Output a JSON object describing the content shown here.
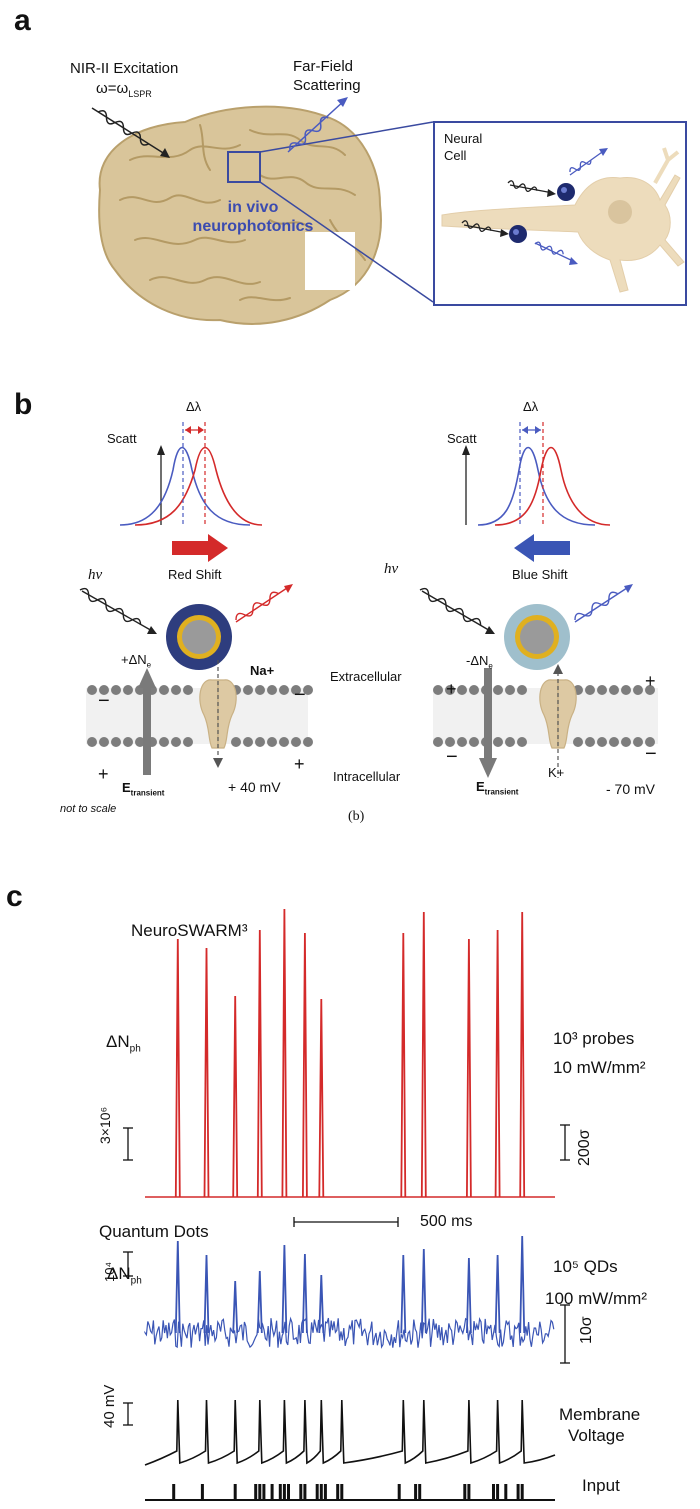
{
  "panels": {
    "a": "a",
    "b": "b",
    "c": "c"
  },
  "panel_a": {
    "excitation_title": "NIR-II Excitation",
    "excitation_eq_base": "ω=ω",
    "excitation_eq_sub": "LSPR",
    "scatter_line1": "Far-Field",
    "scatter_line2": "Scattering",
    "brain_label_line1": "in vivo",
    "brain_label_line2": "neurophotonics",
    "cell_line1": "Neural",
    "cell_line2": "Cell"
  },
  "panel_b": {
    "left": {
      "delta_lambda": "Δλ",
      "scatt": "Scatt",
      "shift_label": "Red Shift",
      "hv": "hν",
      "delta_ne": "+ΔN",
      "ne_sub": "e",
      "ion": "Na+",
      "field_base": "E",
      "field_sub": "transient",
      "voltage": "+ 40 mV",
      "scale_note": "not to scale",
      "sign_top_left": "−",
      "sign_top_right": "−",
      "sign_bottom_left": "+",
      "sign_bottom_right": "+"
    },
    "right": {
      "delta_lambda": "Δλ",
      "scatt": "Scatt",
      "shift_label": "Blue Shift",
      "hv": "hν",
      "delta_ne": "-ΔN",
      "ne_sub": "e",
      "ion": "K+",
      "field_base": "E",
      "field_sub": "transient",
      "voltage": "- 70 mV",
      "sign_top_left": "+",
      "sign_top_right": "+",
      "sign_bottom_left": "−",
      "sign_bottom_right": "−"
    },
    "extracellular": "Extracellular",
    "intracellular": "Intracellular",
    "caption": "(b)"
  },
  "panel_c": {
    "neuroswarm_title": "NeuroSWARM³",
    "neuroswarm_ylabel": "ΔN",
    "ylabel_sub": "ph",
    "neuroswarm_scalebar": "3×10⁶",
    "neuroswarm_probes": "10³ probes",
    "neuroswarm_power": "10 mW/mm²",
    "neuroswarm_sigma": "200σ",
    "time_scalebar": "500 ms",
    "qd_title": "Quantum Dots",
    "qd_ylabel": "ΔN",
    "qd_scalebar": "10⁴",
    "qd_count": "10⁵ QDs",
    "qd_power": "100 mW/mm²",
    "qd_sigma": "10σ",
    "voltage_scalebar": "40 mV",
    "membrane_line1": "Membrane",
    "membrane_line2": "Voltage",
    "input_label": "Input"
  },
  "colors": {
    "red_trace": "#d42a2a",
    "blue_trace": "#3a55b5",
    "inset_border": "#3a4aa0",
    "brain": "#d9c59a",
    "cell": "#eddcbc",
    "gold": "#e0b020"
  },
  "chart_data": {
    "type": "line",
    "spike_times": [
      8,
      15,
      22,
      28,
      34,
      39,
      43,
      48,
      63,
      68,
      79,
      86,
      92
    ],
    "neuroswarm_spike_heights": [
      0.86,
      0.83,
      0.67,
      0.89,
      0.96,
      0.88,
      0.66,
      0,
      0.88,
      0.95,
      0.86,
      0.89,
      0.95
    ],
    "qd_spike_heights": [
      0.92,
      0.78,
      0.52,
      0.62,
      0.88,
      0.79,
      0.58,
      0,
      0.78,
      0.84,
      0.75,
      0.78,
      0.97
    ],
    "input_times": [
      7,
      14,
      22,
      27,
      28,
      29,
      31,
      33,
      34,
      35,
      38,
      39,
      42,
      43,
      44,
      47,
      48,
      62,
      66,
      67,
      78,
      79,
      85,
      86,
      88,
      91,
      92
    ],
    "time_scale": "500 ms"
  }
}
